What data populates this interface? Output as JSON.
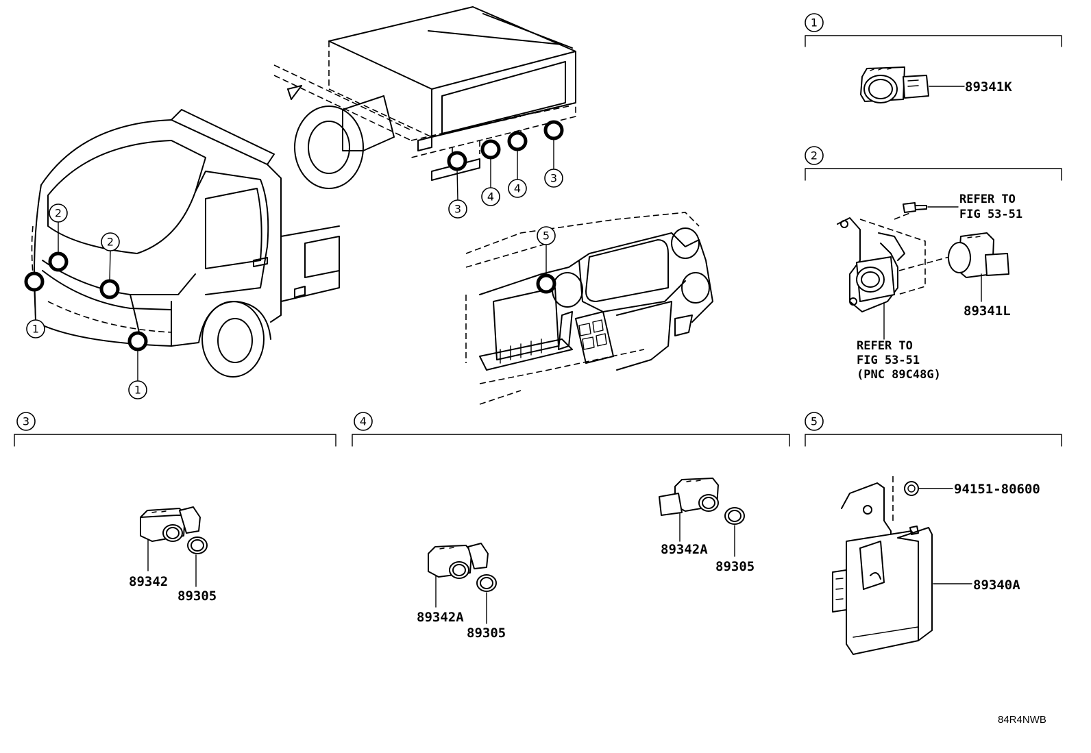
{
  "callouts": {
    "c1": "1",
    "c2": "2",
    "c3": "3",
    "c4": "4",
    "c5": "5"
  },
  "parts": {
    "p89341K": "89341K",
    "p89341L": "89341L",
    "p89342": "89342",
    "p89342A": "89342A",
    "p89305": "89305",
    "p89340A": "89340A",
    "p94151": "94151-80600"
  },
  "notes": {
    "refer_to": "REFER TO",
    "fig": "FIG 53-51",
    "pnc": "(PNC 89C48G)"
  },
  "diagram_code": "84R4NWB"
}
